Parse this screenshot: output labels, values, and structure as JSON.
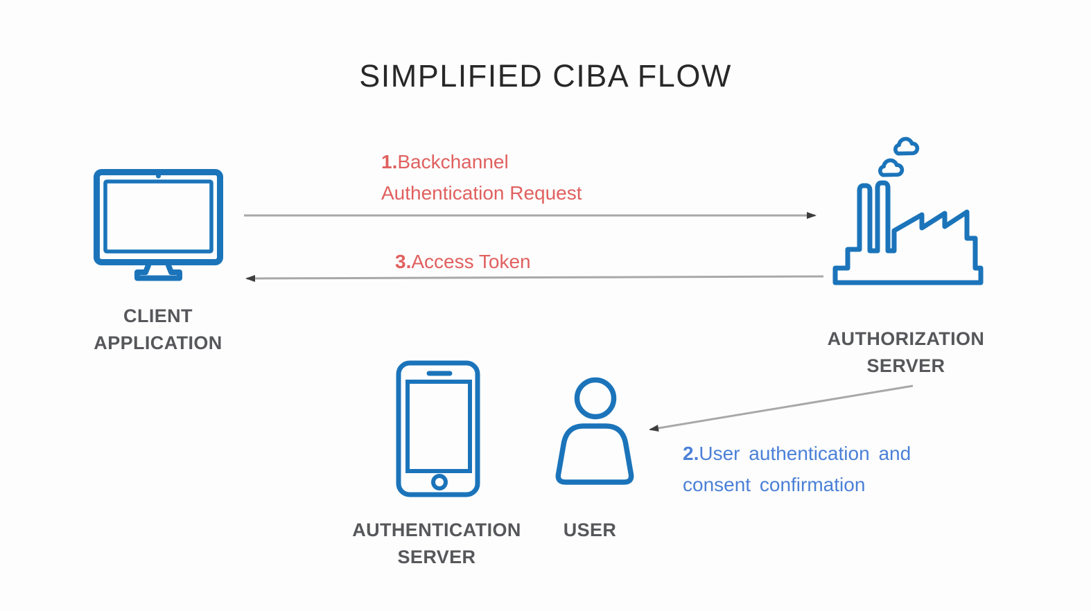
{
  "title": "SIMPLIFIED CIBA FLOW",
  "nodes": {
    "client_application": {
      "name_line1": "CLIENT",
      "name_line2": "APPLICATION",
      "icon": "desktop-monitor-icon"
    },
    "authorization_server": {
      "name_line1": "AUTHORIZATION",
      "name_line2": "SERVER",
      "icon": "factory-icon"
    },
    "authentication_server": {
      "name_line1": "AUTHENTICATION",
      "name_line2": "SERVER",
      "icon": "smartphone-icon"
    },
    "user": {
      "name_line1": "USER",
      "icon": "person-icon"
    }
  },
  "steps": {
    "step1": {
      "number": "1.",
      "line1": "Backchannel",
      "line2": "Authentication Request",
      "from": "client_application",
      "to": "authorization_server"
    },
    "step2": {
      "number": "2.",
      "line1": "User authentication and",
      "line2": "consent confirmation",
      "from": "authorization_server",
      "to": "user"
    },
    "step3": {
      "number": "3.",
      "line1": "Access Token",
      "from": "authorization_server",
      "to": "client_application"
    }
  },
  "colors": {
    "background": "#fdfdfd",
    "title_color": "#282828",
    "icon_blue": "#1b74ba",
    "label_gray": "#56575a",
    "step_red": "#e0605f",
    "step_blue": "#4b80d7",
    "arrow_gray": "#a8a8a8",
    "arrowhead_dark": "#3d3d3d"
  }
}
